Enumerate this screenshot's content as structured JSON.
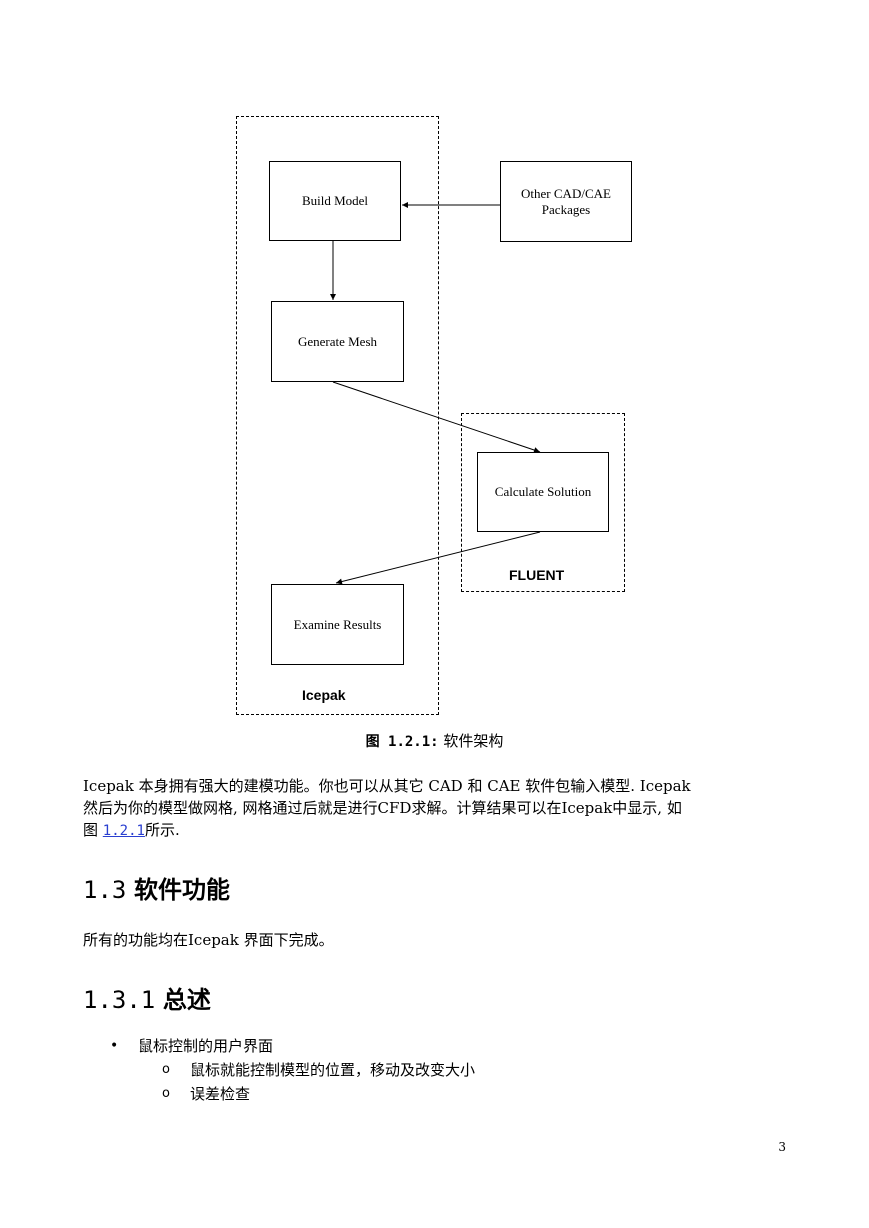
{
  "diagram": {
    "nodes": {
      "build_model": "Build Model",
      "generate_mesh": "Generate Mesh",
      "other_packages": "Other CAD/CAE\nPackages",
      "calculate_solution": "Calculate Solution",
      "examine_results": "Examine Results"
    },
    "groups": {
      "icepak": "Icepak",
      "fluent": "FLUENT"
    }
  },
  "caption": {
    "figure": "图 1.2.1:",
    "title": "软件架构"
  },
  "paragraph1": {
    "line1": "Icepak 本身拥有强大的建模功能。你也可以从其它 CAD 和 CAE 软件包输入模型. Icepak",
    "line2": "然后为你的模型做网格, 网格通过后就是进行CFD求解。计算结果可以在Icepak中显示, 如",
    "line3_prefix": "图 ",
    "line3_link": "1.2.1",
    "line3_suffix": "所示."
  },
  "section13": {
    "number": "1.3",
    "title": "软件功能"
  },
  "paragraph2": "所有的功能均在Icepak 界面下完成。",
  "section131": {
    "number": "1.3.1",
    "title": "总述"
  },
  "list": {
    "item1": "鼠标控制的用户界面",
    "sub1": "鼠标就能控制模型的位置，移动及改变大小",
    "sub2": "误差检查"
  },
  "page_number": "3"
}
